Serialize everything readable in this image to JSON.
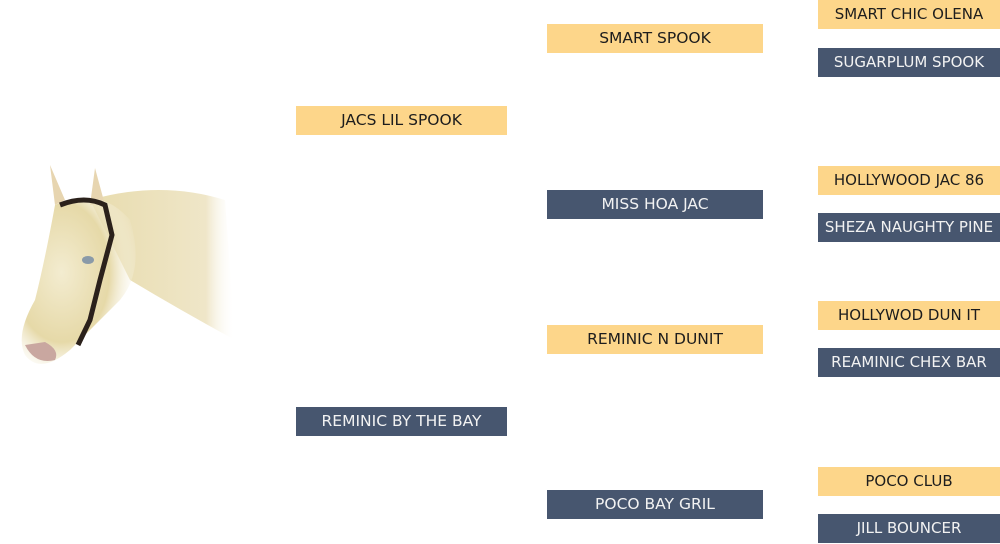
{
  "pedigree": {
    "gen1": [
      {
        "name": "JACS LIL SPOOK",
        "role": "sire"
      },
      {
        "name": "REMINIC BY THE BAY",
        "role": "dam"
      }
    ],
    "gen2": [
      {
        "name": "SMART SPOOK",
        "role": "sire"
      },
      {
        "name": "MISS HOA JAC",
        "role": "dam"
      },
      {
        "name": "REMINIC N DUNIT",
        "role": "sire"
      },
      {
        "name": "POCO BAY GRIL",
        "role": "dam"
      }
    ],
    "gen3": [
      {
        "name": "SMART CHIC OLENA",
        "role": "sire"
      },
      {
        "name": "SUGARPLUM SPOOK",
        "role": "dam"
      },
      {
        "name": "HOLLYWOOD JAC 86",
        "role": "sire"
      },
      {
        "name": "SHEZA NAUGHTY PINE",
        "role": "dam"
      },
      {
        "name": "HOLLYWOD DUN IT",
        "role": "sire"
      },
      {
        "name": "REAMINIC CHEX BAR",
        "role": "dam"
      },
      {
        "name": "POCO CLUB",
        "role": "sire"
      },
      {
        "name": "JILL BOUNCER",
        "role": "dam"
      }
    ]
  },
  "colors": {
    "sire": "#fdd68a",
    "dam": "#47566f"
  }
}
